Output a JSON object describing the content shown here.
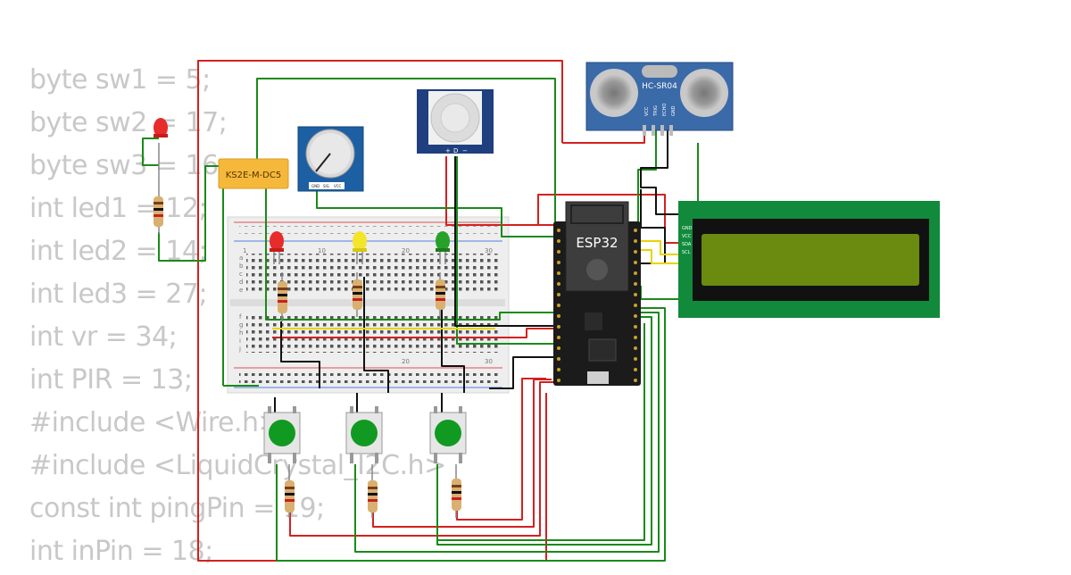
{
  "code_lines": [
    "byte sw1 = 5;",
    "byte sw2 = 17;",
    "byte sw3 = 16;",
    "int led1 = 12;",
    "int led2 = 14;",
    "int led3 = 27;",
    "int vr = 34;",
    "int PIR = 13;",
    "#include <Wire.h>",
    "#include <LiquidCrystal_I2C.h>",
    "const int pingPin = 19;",
    "int inPin = 18;"
  ],
  "components": {
    "relay_label": "KS2E-M-DC5",
    "ultrasonic_label": "HC-SR04",
    "ultrasonic_pins": [
      "VCC",
      "TRIG",
      "ECHO",
      "GND"
    ],
    "mcu_label": "ESP32",
    "pir_pins": [
      "+",
      "D",
      "−"
    ],
    "pot_pins": [
      "GND",
      "SIG",
      "VCC"
    ],
    "lcd_pins": [
      "GND",
      "VCC",
      "SDA",
      "SCL"
    ],
    "breadboard_numbers_top": [
      "1",
      "10",
      "20",
      "30"
    ],
    "breadboard_numbers_bottom": [
      "20",
      "30"
    ],
    "breadboard_rows": [
      "a",
      "b",
      "c",
      "d",
      "e",
      "f",
      "g",
      "h",
      "i",
      "j"
    ]
  },
  "colors": {
    "code_text": "#c8c8c8",
    "wire_red": "#d42020",
    "wire_green": "#1a8a1a",
    "wire_black": "#111111",
    "wire_yellow": "#e6d400",
    "lcd_pcb": "#118a3c",
    "lcd_screen": "#6a8a10",
    "esp32_board": "#1b1b1b",
    "ultrasonic_pcb": "#3a6aa8",
    "pir_pcb": "#1f3f7f",
    "relay_body": "#f5b83a",
    "button_cap": "#119a22"
  }
}
